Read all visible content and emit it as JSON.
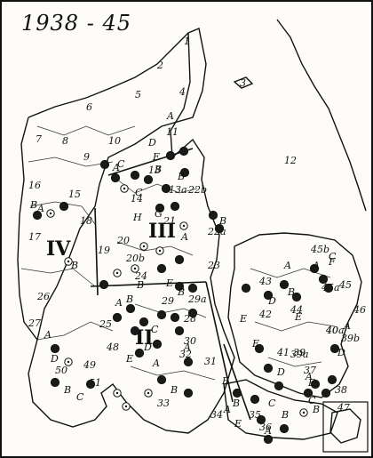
{
  "title": "1938 - 45",
  "regions": {
    "roman": [
      "IV",
      "III",
      "II"
    ]
  },
  "districts": [
    "1",
    "2",
    "3",
    "4",
    "5",
    "6",
    "7",
    "8",
    "9",
    "10",
    "11",
    "12",
    "13",
    "13a",
    "14",
    "15",
    "16",
    "17",
    "18",
    "19",
    "20",
    "20b",
    "21",
    "22a",
    "22b",
    "23",
    "24",
    "25",
    "26",
    "27",
    "28",
    "29",
    "29a",
    "30",
    "31",
    "32",
    "33",
    "34",
    "35",
    "36",
    "37",
    "38",
    "39",
    "39a",
    "39b",
    "40",
    "40a",
    "41",
    "42",
    "43",
    "44",
    "45",
    "45a",
    "45b",
    "46",
    "47",
    "48",
    "49",
    "50",
    "51"
  ],
  "station_codes": [
    "A",
    "B",
    "C",
    "D",
    "E",
    "F",
    "G",
    "H"
  ],
  "colors": {
    "ink": "#111111",
    "paper": "#fdfcf8"
  }
}
